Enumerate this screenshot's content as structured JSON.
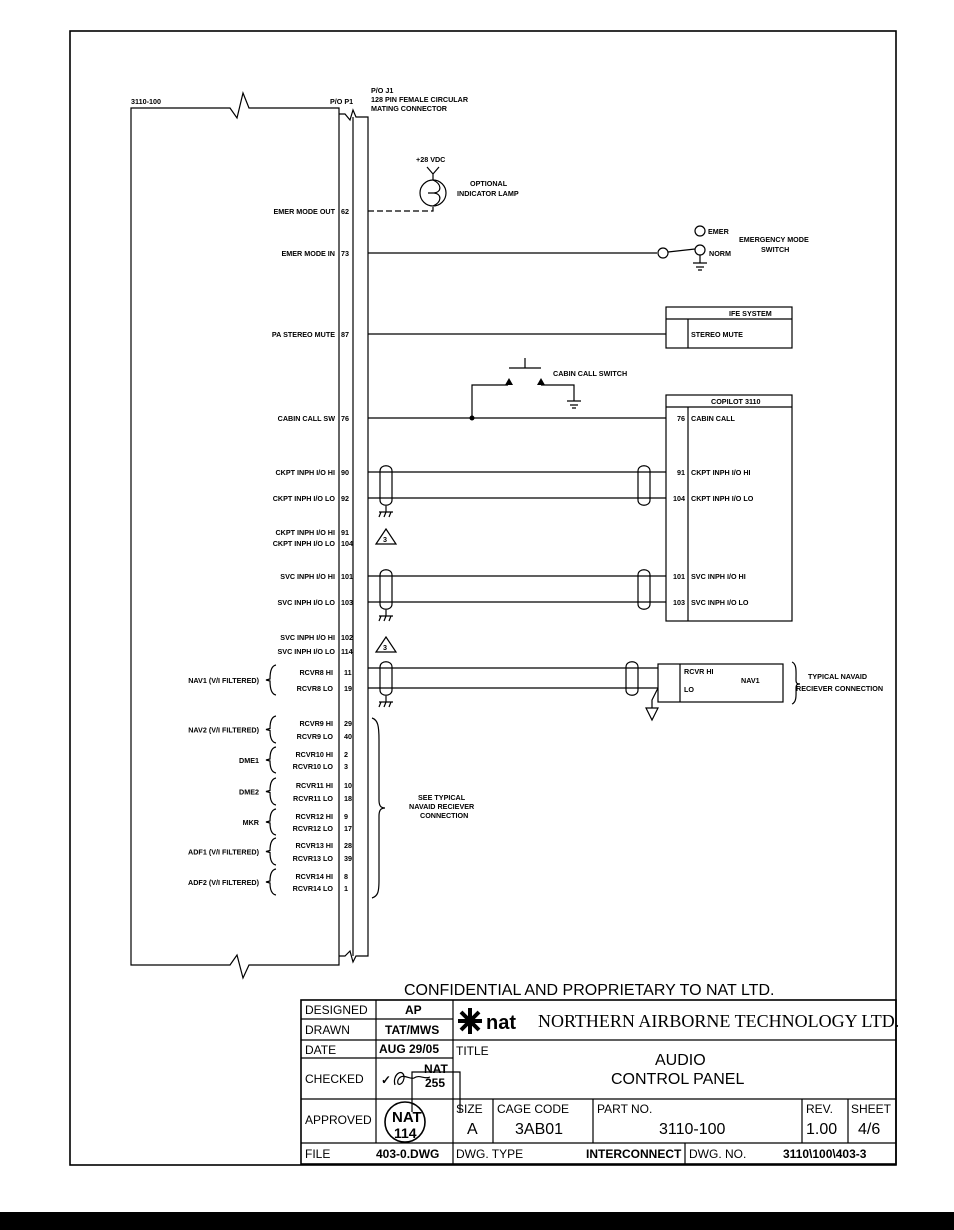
{
  "drawing": {
    "unit_label": "3110-100",
    "connector_p1": "P/O P1",
    "connector_j1": [
      "P/O J1",
      "128 PIN FEMALE CIRCULAR",
      "MATING CONNECTOR"
    ],
    "supply": "+28 VDC",
    "lamp_label": [
      "OPTIONAL",
      "INDICATOR LAMP"
    ],
    "switch_emer": "EMER",
    "switch_norm": "NORM",
    "switch_label": [
      "EMERGENCY MODE",
      "SWITCH"
    ],
    "ife_title": "IFE SYSTEM",
    "ife_signal": "STEREO MUTE",
    "cabin_switch_label": "CABIN CALL SWITCH",
    "copilot_title": "COPILOT 3110",
    "copilot_pins": [
      {
        "pin": "76",
        "name": "CABIN CALL"
      },
      {
        "pin": "91",
        "name": "CKPT INPH I/O HI"
      },
      {
        "pin": "104",
        "name": "CKPT INPH I/O LO"
      },
      {
        "pin": "101",
        "name": "SVC INPH I/O HI"
      },
      {
        "pin": "103",
        "name": "SVC INPH I/O LO"
      }
    ],
    "pins": [
      {
        "name": "EMER MODE OUT",
        "pin": "62"
      },
      {
        "name": "EMER MODE IN",
        "pin": "73"
      },
      {
        "name": "PA STEREO MUTE",
        "pin": "87"
      },
      {
        "name": "CABIN CALL SW",
        "pin": "76"
      },
      {
        "name": "CKPT INPH I/O HI",
        "pin": "90"
      },
      {
        "name": "CKPT INPH I/O LO",
        "pin": "92"
      },
      {
        "name": "CKPT INPH I/O HI",
        "pin": "91"
      },
      {
        "name": "CKPT INPH I/O LO",
        "pin": "104"
      },
      {
        "name": "SVC INPH I/O HI",
        "pin": "101"
      },
      {
        "name": "SVC INPH I/O LO",
        "pin": "103"
      },
      {
        "name": "SVC INPH I/O HI",
        "pin": "102"
      },
      {
        "name": "SVC INPH I/O LO",
        "pin": "114"
      }
    ],
    "note_marker": "3",
    "receivers": [
      {
        "group": "NAV1  (V/I  FILTERED)",
        "hi": "RCVR8  HI",
        "hi_pin": "11",
        "lo": "RCVR8  LO",
        "lo_pin": "19"
      },
      {
        "group": "NAV2  (V/I  FILTERED)",
        "hi": "RCVR9  HI",
        "hi_pin": "29",
        "lo": "RCVR9  LO",
        "lo_pin": "40"
      },
      {
        "group": "DME1",
        "hi": "RCVR10  HI",
        "hi_pin": "2",
        "lo": "RCVR10  LO",
        "lo_pin": "3"
      },
      {
        "group": "DME2",
        "hi": "RCVR11  HI",
        "hi_pin": "10",
        "lo": "RCVR11  LO",
        "lo_pin": "18"
      },
      {
        "group": "MKR",
        "hi": "RCVR12  HI",
        "hi_pin": "9",
        "lo": "RCVR12  LO",
        "lo_pin": "17"
      },
      {
        "group": "ADF1  (V/I  FILTERED)",
        "hi": "RCVR13  HI",
        "hi_pin": "28",
        "lo": "RCVR13  LO",
        "lo_pin": "39"
      },
      {
        "group": "ADF2  (V/I  FILTERED)",
        "hi": "RCVR14  HI",
        "hi_pin": "8",
        "lo": "RCVR14  LO",
        "lo_pin": "1"
      }
    ],
    "nav1_box": {
      "hi": "RCVR  HI",
      "lo": "LO",
      "name": "NAV1"
    },
    "typical_label": [
      "TYPICAL  NAVAID",
      "RECIEVER  CONNECTION"
    ],
    "see_typical": [
      "SEE  TYPICAL",
      "NAVAID  RECIEVER",
      "CONNECTION"
    ]
  },
  "title_block": {
    "confidential": "CONFIDENTIAL AND PROPRIETARY TO NAT LTD.",
    "designed_label": "DESIGNED",
    "designed_value": "AP",
    "drawn_label": "DRAWN",
    "drawn_value": "TAT/MWS",
    "date_label": "DATE",
    "date_value": "AUG 29/05",
    "checked_label": "CHECKED",
    "checked_mark": "✓",
    "checked_stamp": [
      "NAT",
      "255"
    ],
    "approved_label": "APPROVED",
    "approved_stamp": [
      "NAT",
      "114"
    ],
    "logo": "nat",
    "company": "NORTHERN AIRBORNE TECHNOLOGY LTD.",
    "title_label": "TITLE",
    "title_lines": [
      "AUDIO",
      "CONTROL PANEL"
    ],
    "size_label": "SIZE",
    "size_value": "A",
    "cage_label": "CAGE CODE",
    "cage_value": "3AB01",
    "part_label": "PART NO.",
    "part_value": "3110-100",
    "rev_label": "REV.",
    "rev_value": "1.00",
    "sheet_label": "SHEET",
    "sheet_value": "4/6",
    "file_label": "FILE",
    "file_value": "403-0.DWG",
    "dwg_type_label": "DWG. TYPE",
    "dwg_type_value": "INTERCONNECT",
    "dwg_no_label": "DWG. NO.",
    "dwg_no_value": "3110\\100\\403-3"
  }
}
